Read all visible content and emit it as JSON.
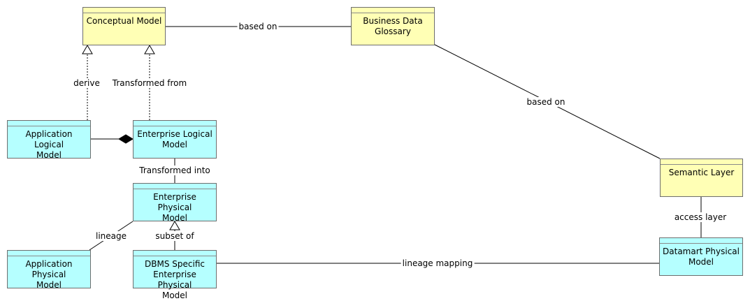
{
  "nodes": {
    "conceptual_model": {
      "label": "Conceptual Model",
      "color": "#ffffb5"
    },
    "business_data_glossary": {
      "label": "Business Data\nGlossary",
      "color": "#ffffb5"
    },
    "application_logical_model": {
      "label": "Application Logical\nModel",
      "color": "#b5ffff"
    },
    "enterprise_logical_model": {
      "label": "Enterprise Logical\nModel",
      "color": "#b5ffff"
    },
    "semantic_layer": {
      "label": "Semantic Layer",
      "color": "#ffffb5"
    },
    "enterprise_physical_model": {
      "label": "Enterprise Physical\nModel",
      "color": "#b5ffff"
    },
    "application_physical_model": {
      "label": "Application Physical\nModel",
      "color": "#b5ffff"
    },
    "dbms_specific_enterprise_physical_model": {
      "label": "DBMS Specific\nEnterprise Physical\nModel",
      "color": "#b5ffff"
    },
    "datamart_physical_model": {
      "label": "Datamart Physical\nModel",
      "color": "#b5ffff"
    }
  },
  "edges": [
    {
      "from": "conceptual_model",
      "to": "business_data_glossary",
      "label": "based on",
      "type": "association"
    },
    {
      "from": "business_data_glossary",
      "to": "semantic_layer",
      "label": "based on",
      "type": "association"
    },
    {
      "from": "application_logical_model",
      "to": "conceptual_model",
      "label": "derive",
      "type": "realization"
    },
    {
      "from": "enterprise_logical_model",
      "to": "conceptual_model",
      "label": "Transformed from",
      "type": "realization"
    },
    {
      "from": "enterprise_logical_model",
      "to": "application_logical_model",
      "label": "",
      "type": "composition"
    },
    {
      "from": "enterprise_logical_model",
      "to": "enterprise_physical_model",
      "label": "Transformed into",
      "type": "association"
    },
    {
      "from": "enterprise_physical_model",
      "to": "application_physical_model",
      "label": "lineage",
      "type": "association"
    },
    {
      "from": "dbms_specific_enterprise_physical_model",
      "to": "enterprise_physical_model",
      "label": "subset of",
      "type": "specialization"
    },
    {
      "from": "semantic_layer",
      "to": "datamart_physical_model",
      "label": "access layer",
      "type": "association"
    },
    {
      "from": "dbms_specific_enterprise_physical_model",
      "to": "datamart_physical_model",
      "label": "lineage mapping",
      "type": "association"
    }
  ]
}
